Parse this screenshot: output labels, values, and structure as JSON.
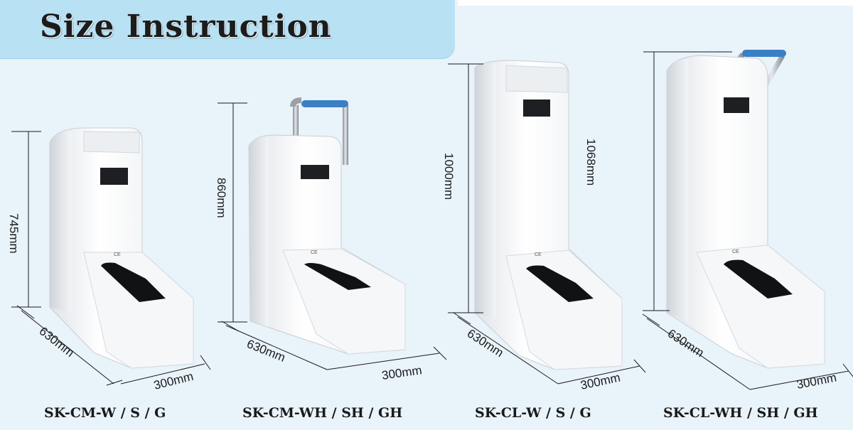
{
  "title": "Size Instruction",
  "products": [
    {
      "model": "SK-CM-W / S / G",
      "height": "745mm",
      "depth": "630mm",
      "width": "300mm"
    },
    {
      "model": "SK-CM-WH / SH / GH",
      "height": "860mm",
      "depth": "630mm",
      "width": "300mm"
    },
    {
      "model": "SK-CL-W / S / G",
      "height": "1000mm",
      "depth": "630mm",
      "width": "300mm"
    },
    {
      "model": "SK-CL-WH / SH / GH",
      "height": "1068mm",
      "depth": "630mm",
      "width": "300mm"
    }
  ],
  "colors": {
    "banner": "#b9e1f4",
    "background": "#e9f3fa",
    "machine": "#f4f5f7",
    "handle_grip": "#3b7fc4"
  }
}
